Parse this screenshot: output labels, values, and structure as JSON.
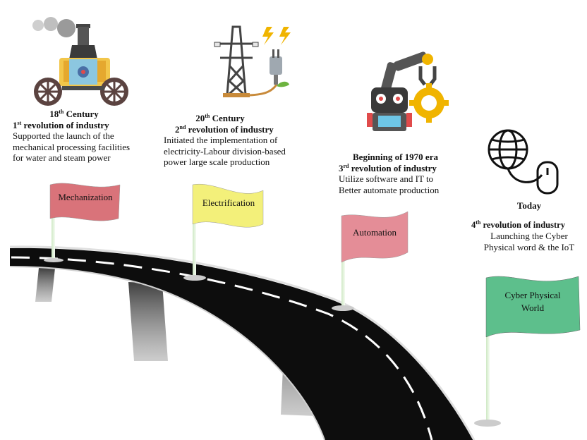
{
  "stages": [
    {
      "era": "18",
      "era_sup": "th",
      "era_suffix": " Century",
      "rev_num": "1",
      "rev_sup": "st",
      "rev_suffix": " revolution of industry",
      "desc": [
        "Supported the launch of the",
        "mechanical processing facilities",
        "for water and steam power"
      ],
      "flag_label": "Mechanization",
      "flag_color": "#d9737a",
      "icon": "steam-engine-icon"
    },
    {
      "era": "20",
      "era_sup": "th",
      "era_suffix": " Century",
      "rev_num": "2",
      "rev_sup": "nd",
      "rev_suffix": " revolution of industry",
      "desc": [
        "Initiated the implementation  of",
        "electricity-Labour division-based",
        "power large scale production"
      ],
      "flag_label": "Electrification",
      "flag_color": "#f3f07a",
      "icon": "power-tower-plug-icon"
    },
    {
      "era_line": "Beginning of 1970 era",
      "rev_num": "3",
      "rev_sup": "rd",
      "rev_suffix": " revolution of industry",
      "desc": [
        "Utilize software and IT to",
        "Better automate production"
      ],
      "flag_label": "Automation",
      "flag_color": "#e48d97",
      "icon": "robot-arm-icon"
    },
    {
      "era_line": "Today",
      "rev_num": "4",
      "rev_sup": "th",
      "rev_suffix": " revolution of industry",
      "desc": [
        "Launching the Cyber",
        "Physical word & the IoT"
      ],
      "flag_label": [
        "Cyber Physical",
        "World"
      ],
      "flag_color": "#5dbf8c",
      "icon": "globe-mouse-icon"
    }
  ],
  "colors": {
    "road": "#0d0d0d",
    "pillar": "#555555",
    "road_edge": "#e8e8e8"
  }
}
